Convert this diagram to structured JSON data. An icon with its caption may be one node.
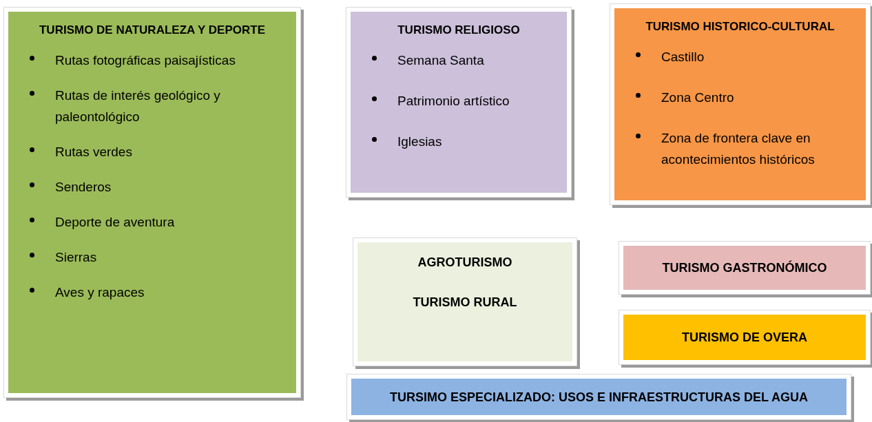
{
  "diagram": {
    "nodes": [
      {
        "text": [
          "TURISMO DE NATURALEZA Y DEPORTE",
          "Rutas fotográficas paisajísticas",
          "Rutas de interés geológico y paleontológico",
          "Rutas verdes",
          "Senderos",
          "Deporte de aventura",
          "Sierras",
          "Aves y rapaces"
        ]
      },
      {
        "text": [
          "TURISMO RELIGIOSO",
          "Semana Santa",
          "Patrimonio artístico",
          "Iglesias"
        ]
      },
      {
        "text": [
          "TURISMO HISTORICO-CULTURAL",
          "Castillo",
          "Zona Centro",
          "Zona de frontera clave en acontecimientos históricos"
        ]
      },
      {
        "text": [
          "AGROTURISMO",
          "TURISMO RURAL"
        ]
      },
      {
        "text": [
          "TURISMO GASTRONÓMICO"
        ]
      },
      {
        "text": [
          "TURISMO DE OVERA"
        ]
      },
      {
        "text": [
          "TURSIMO ESPECIALIZADO: USOS E INFRAESTRUCTURAS DEL AGUA"
        ]
      }
    ]
  }
}
